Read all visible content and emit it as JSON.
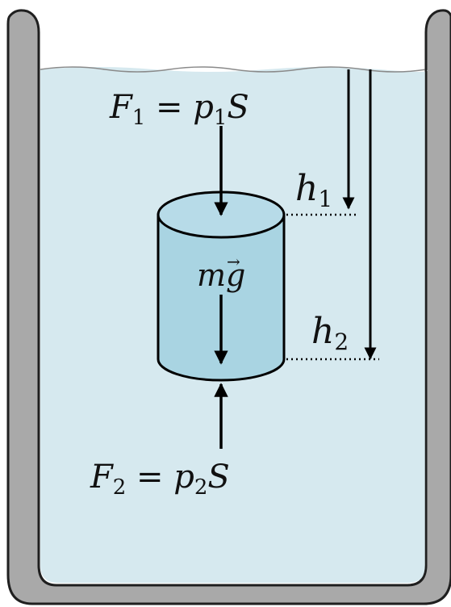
{
  "colors": {
    "water": "#d6e9ef",
    "container_wall": "#a9a9a9",
    "container_outline": "#1f1f1f",
    "cylinder_side": "#a9d4e2",
    "cylinder_top": "#b7dbe8",
    "ink": "#000000"
  },
  "labels": {
    "top_force": {
      "main": "F",
      "sub": "1",
      "rest": " = ",
      "p": "p",
      "psub": "1",
      "area": "S"
    },
    "bottom_force": {
      "main": "F",
      "sub": "2",
      "rest": " = ",
      "p": "p",
      "psub": "2",
      "area": "S"
    },
    "weight": {
      "mass": "m",
      "gravity": "g",
      "vector_mark": "→"
    },
    "depth_1": {
      "main": "h",
      "sub": "1"
    },
    "depth_2": {
      "main": "h",
      "sub": "2"
    }
  }
}
